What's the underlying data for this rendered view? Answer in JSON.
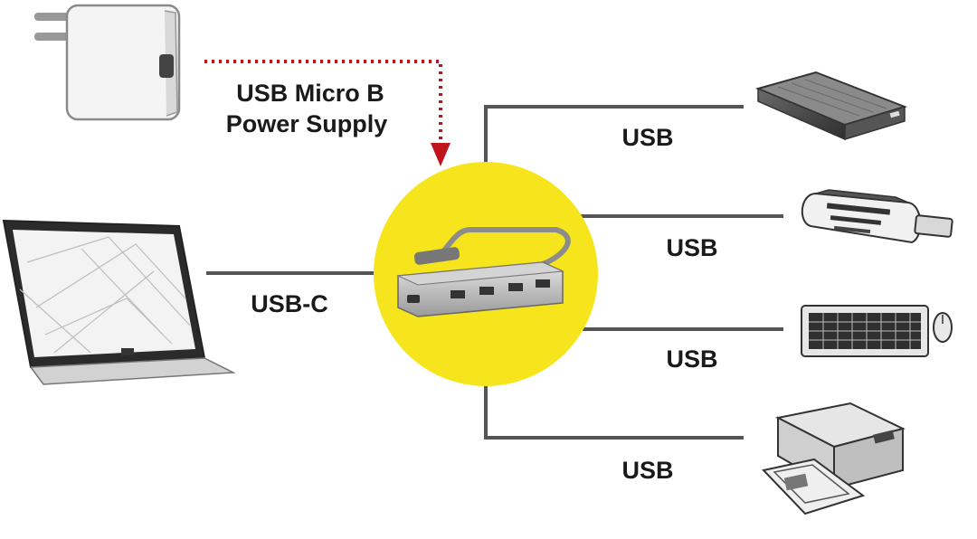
{
  "labels": {
    "power_line1": "USB Micro B",
    "power_line2": "Power Supply",
    "laptop_conn": "USB-C",
    "device1_conn": "USB",
    "device2_conn": "USB",
    "device3_conn": "USB",
    "device4_conn": "USB"
  },
  "colors": {
    "hub_circle": "#f6e41c",
    "power_arrow": "#c0141c",
    "line": "#555555",
    "text": "#1a1a1a"
  },
  "icons": {
    "power_adapter": "power-adapter-icon",
    "laptop": "laptop-icon",
    "hub": "usb-hub-icon",
    "hard_drive": "external-hard-drive-icon",
    "card_reader": "card-reader-icon",
    "keyboard": "keyboard-mouse-icon",
    "printer": "printer-icon"
  }
}
